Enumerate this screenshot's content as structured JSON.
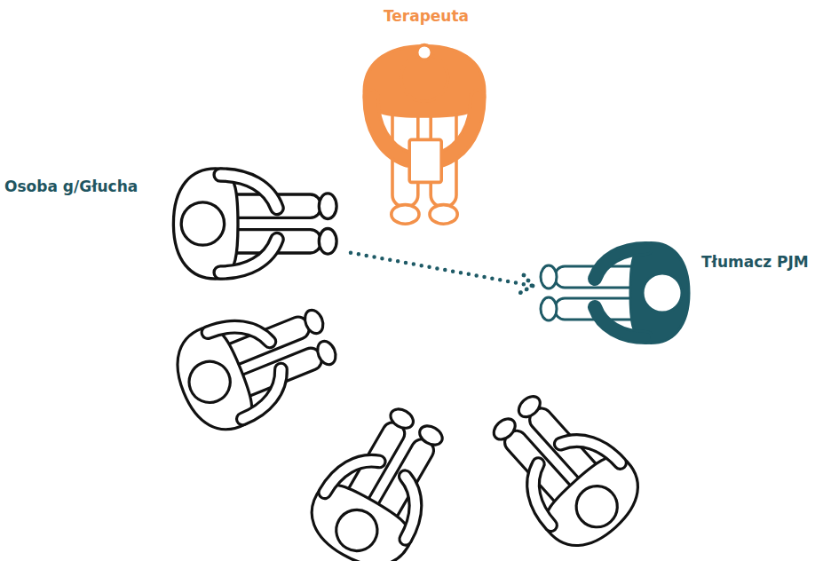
{
  "diagram": {
    "nodes": [
      {
        "text": [
          "Terapeuta"
        ]
      },
      {
        "text": [
          "Osoba g/Głucha"
        ]
      },
      {
        "text": [
          "Tłumacz PJM"
        ]
      }
    ],
    "edges": [
      {
        "from": 1,
        "to": 2,
        "arrow": "to"
      }
    ]
  }
}
